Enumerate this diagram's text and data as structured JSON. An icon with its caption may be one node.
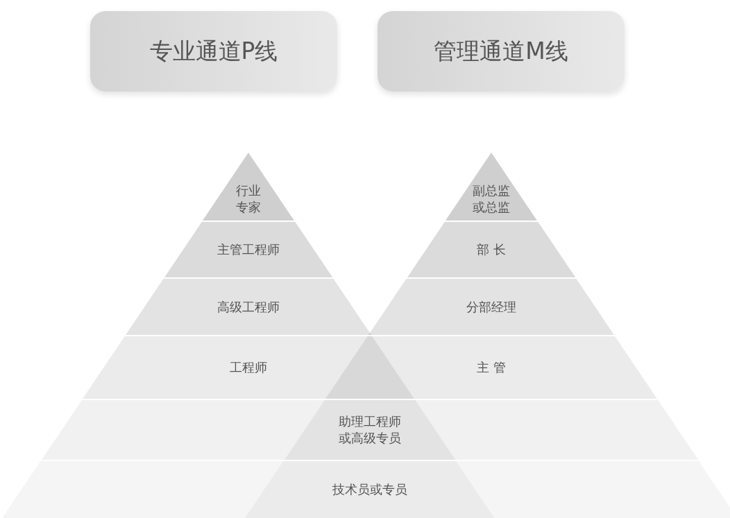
{
  "diagram": {
    "nodes": [
      {
        "text": [
          "专业通道P线"
        ]
      },
      {
        "text": [
          "管理通道M线"
        ]
      },
      {
        "text": [
          "行业专家"
        ]
      },
      {
        "text": [
          "主管工程师"
        ]
      },
      {
        "text": [
          "高级工程师"
        ]
      },
      {
        "text": [
          "工程师"
        ]
      },
      {
        "text": [
          "副总监或总监"
        ]
      },
      {
        "text": [
          "部 长"
        ]
      },
      {
        "text": [
          "分部经理"
        ]
      },
      {
        "text": [
          "主 管"
        ]
      },
      {
        "text": [
          "助理工程师或高级专员"
        ]
      },
      {
        "text": [
          "技术员或专员"
        ]
      }
    ]
  }
}
